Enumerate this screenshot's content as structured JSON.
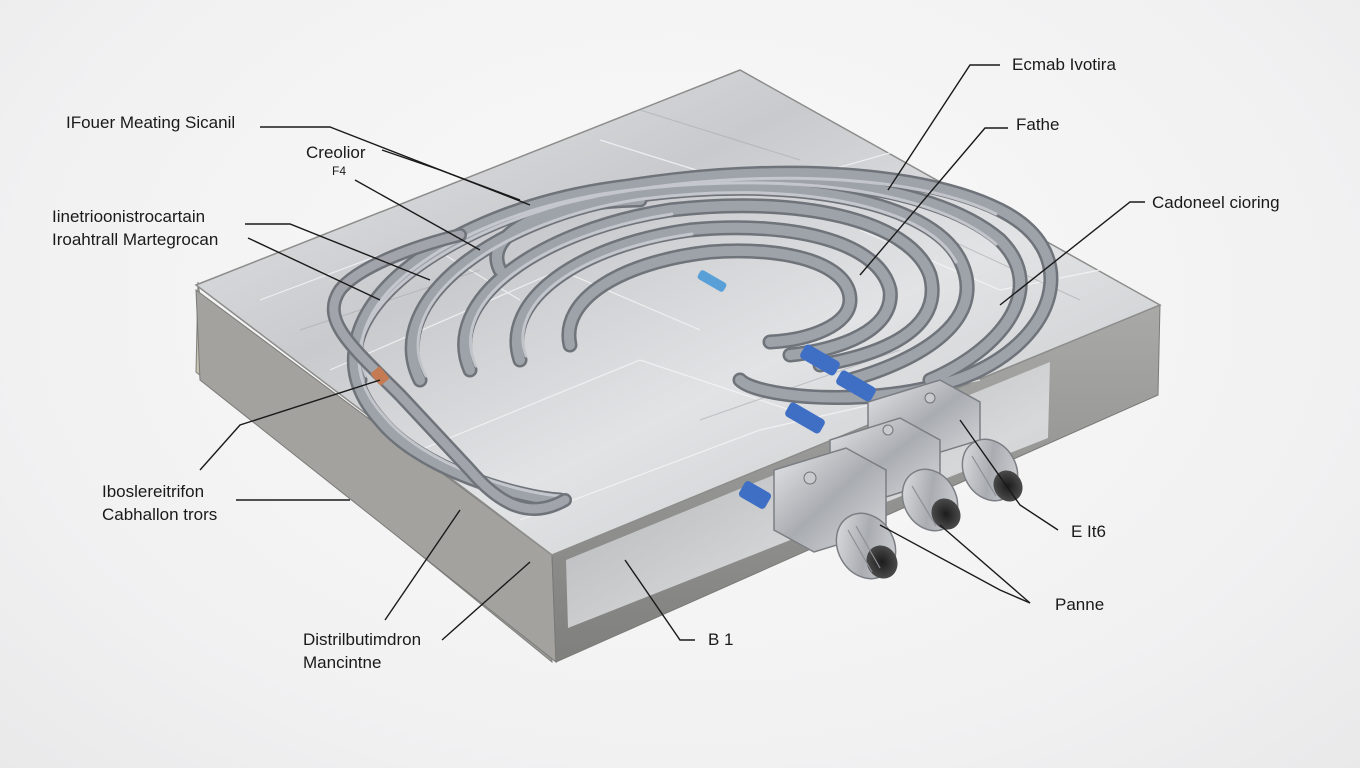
{
  "labels": {
    "heating_system": "IFouer Meating Sicanil",
    "creolor_line1": "Creolior",
    "creolor_line2": "F4",
    "insulation_line1": "Iinetrioonistrocartain",
    "insulation_line2": "Iroahtrall Martegrocan",
    "bolster_line1": "Iboslereitrifon",
    "bolster_line2": "Cabhallon trors",
    "distribution_line1": "Distrilbutimdron",
    "distribution_line2": "Mancintne",
    "ecmab": "Ecmab Ivotira",
    "fathe": "Fathe",
    "cadoneel": "Cadoneel cioring",
    "e_it6": "E It6",
    "panne": "Panne",
    "b1": "B 1"
  },
  "colors": {
    "pipe": "#8f939a",
    "foil": "#d4d5d8",
    "board": "#9b9b99",
    "fitting_blue": "#3f6fc4",
    "brass_steel": "#b9bcc0",
    "leader": "#1a1a1a"
  },
  "icons": {
    "manifold": "manifold-fitting-icon",
    "pipe_coil": "pipe-coil-icon"
  }
}
